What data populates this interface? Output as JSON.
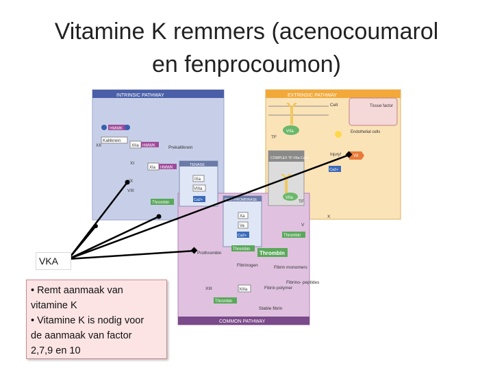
{
  "title": {
    "line1": "Vitamine K remmers (acenocoumarol",
    "line2": "en fenprocoumon)"
  },
  "diagram": {
    "intrinsic_header": "INTRINSIC PATHWAY",
    "extrinsic_header": "EXTRINSIC PATHWAY",
    "common_header": "COMMON PATHWAY",
    "hmwk": "HMWK",
    "kallikrein": "Kallikrein",
    "xii": "XII",
    "xiia": "XIIa",
    "prekallikrein": "Prekallikrein",
    "xi": "XI",
    "xia": "XIa",
    "ix": "IX",
    "viii": "VIII",
    "tenase": "TENASE",
    "ixa": "IXa",
    "viiia": "VIIIa",
    "ca": "Ca2+",
    "thrombin": "Thrombin",
    "cell": "Cell",
    "tissue_factor": "Tissue factor",
    "endothelial": "Endothelial cells",
    "injury": "Injury!",
    "vii": "VII",
    "viia": "VIIa",
    "tf": "TF",
    "complex": "COMPLEX TF-VIIa-Ca2+",
    "prothrombinase": "PROTHROMBINASE",
    "xa": "Xa",
    "va": "Va",
    "x": "X",
    "v": "V",
    "prothrombin": "Prothrombin",
    "fibrinogen": "Fibrinogen",
    "fibrin_monomers": "Fibrin monomers",
    "xiii": "XIII",
    "xiiia": "XIIIa",
    "fibrin_polymer": "Fibrin polymer",
    "fibrinopeptides": "Fibrino- peptides",
    "stable_fibrin": "Stable fibrin"
  },
  "vka_label": "VKA",
  "note": {
    "line1": "• Remt aanmaak van",
    "line2": "vitamine K",
    "line3": "• Vitamine K is nodig voor",
    "line4": "de aanmaak van factor",
    "line5": "2,7,9 en 10"
  }
}
